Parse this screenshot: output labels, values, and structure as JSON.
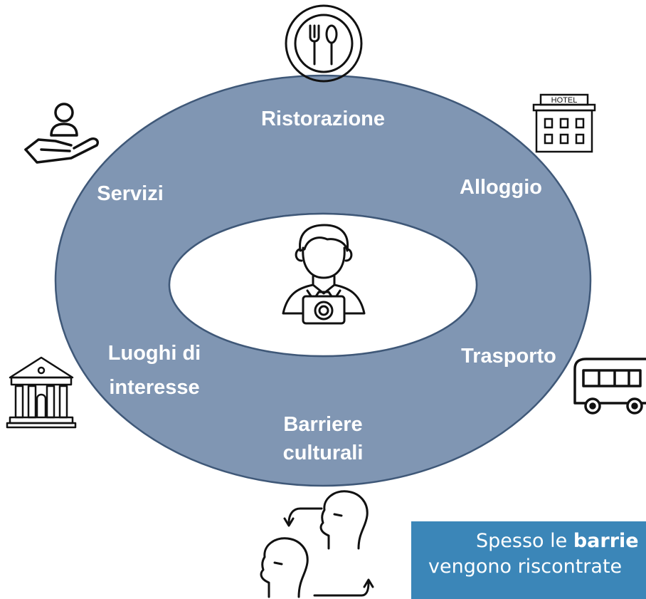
{
  "diagram": {
    "center": {
      "icon": "tourist-camera-icon"
    },
    "segments": [
      {
        "id": "ristorazione",
        "label_lines": [
          "Ristorazione"
        ],
        "icon": "plate-cutlery-icon"
      },
      {
        "id": "alloggio",
        "label_lines": [
          "Alloggio"
        ],
        "icon": "hotel-icon",
        "icon_text": "HOTEL"
      },
      {
        "id": "trasporto",
        "label_lines": [
          "Trasporto"
        ],
        "icon": "bus-icon"
      },
      {
        "id": "barriere",
        "label_lines": [
          "Barriere",
          "culturali"
        ],
        "icon": "cultural-exchange-heads-icon"
      },
      {
        "id": "luoghi",
        "label_lines": [
          "Luoghi di",
          "interesse"
        ],
        "icon": "museum-building-icon"
      },
      {
        "id": "servizi",
        "label_lines": [
          "Servizi"
        ],
        "icon": "service-hand-person-icon"
      }
    ],
    "colors": {
      "ring": "#8096b3",
      "ring_stroke": "#3f5878",
      "text": "#ffffff",
      "callout_bg": "#3b86b8"
    }
  },
  "callout": {
    "line1_prefix": "Spesso le ",
    "line1_bold": "barrie",
    "line2": "vengono riscontrate"
  }
}
